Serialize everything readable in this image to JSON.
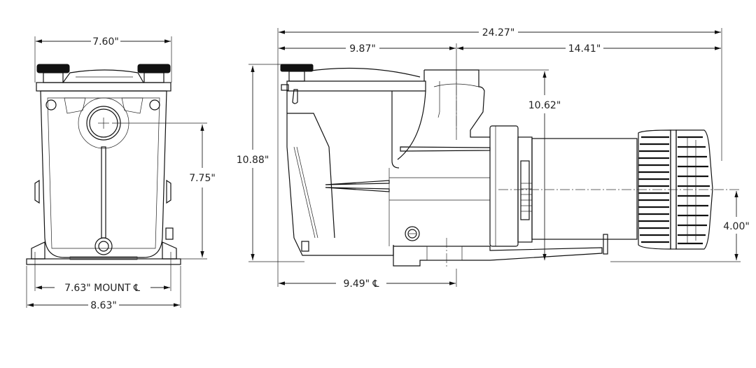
{
  "drawing": {
    "type": "pump-dimension-drawing",
    "units": "inches",
    "front_view": {
      "overall_width_top": "7.60\"",
      "inlet_center_height": "7.75\"",
      "mount_centerline_width": "7.63\" MOUNT ℄",
      "base_width": "8.63\""
    },
    "side_view": {
      "overall_length": "24.27\"",
      "strainer_length": "9.87\"",
      "motor_section_length": "14.41\"",
      "overall_height": "10.88\"",
      "discharge_height": "10.62\"",
      "motor_shaft_height": "4.00\"",
      "mount_centerline_length": "9.49\" ℄"
    }
  }
}
